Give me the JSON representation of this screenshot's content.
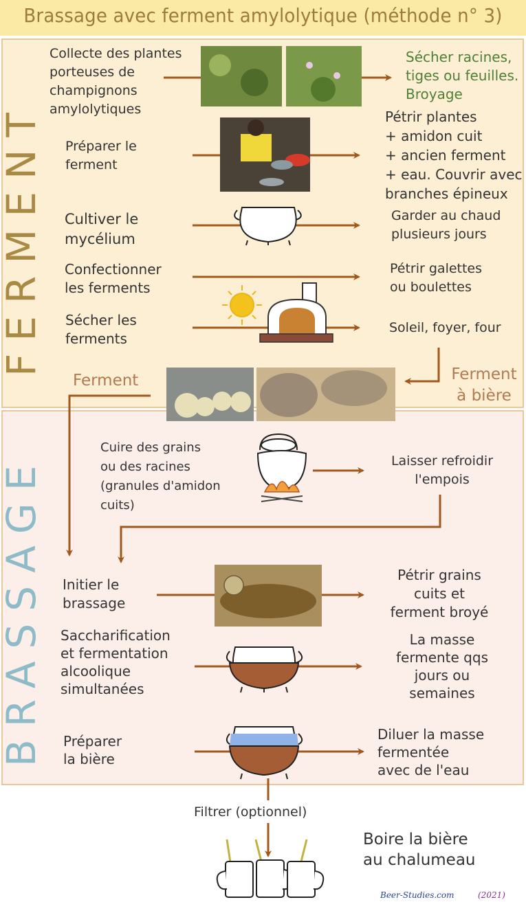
{
  "title": "Brassage avec ferment amylolytique (méthode n° 3)",
  "sections": {
    "ferment_label": "FERMENT",
    "brassage_label": "BRASSAGE"
  },
  "ferment_steps": [
    {
      "action": "Collecte des plantes\nporteuses de\nchampignons\namylolytiques",
      "result": "Sécher racines,\ntiges ou feuilles.\nBroyage"
    },
    {
      "action": "Préparer le\nferment",
      "result": "Pétrir plantes\n+ amidon cuit\n+ ancien ferment\n+ eau. Couvrir avec\nbranches épineux"
    },
    {
      "action": "Cultiver le\nmycélium",
      "result": "Garder au chaud\nplusieurs jours"
    },
    {
      "action": "Confectionner\nles ferments",
      "result": "Pétrir galettes\nou boulettes"
    },
    {
      "action": "Sécher les\nferments",
      "result": "Soleil, foyer, four"
    }
  ],
  "ferment_output": {
    "left_label": "Ferment",
    "right_label": "Ferment\nà bière"
  },
  "brassage_steps": [
    {
      "action": "Cuire des grains\nou  des racines\n(granules d'amidon\ncuits)",
      "result": "Laisser refroidir\nl'empois"
    },
    {
      "action": "Initier le\nbrassage",
      "result": "Pétrir grains\ncuits et\nferment broyé"
    },
    {
      "action": "Saccharification\net fermentation\nalcoolique\nsimultanées",
      "result": "La masse\nfermente qqs\njours ou\nsemaines"
    },
    {
      "action": "Préparer\nla bière",
      "result": "Diluer la masse\nfermentée\navec de l'eau"
    }
  ],
  "final": {
    "filter": "Filtrer (optionnel)",
    "drink": "Boire la bière\nau chalumeau"
  },
  "footer": {
    "site": "Beer-Studies.com",
    "year": "(2021)"
  },
  "colors": {
    "arrow": "#a0581c",
    "title_band": "#fbeaa6",
    "ferment_bg": "#fcefd3",
    "brassage_bg": "#fceee9",
    "ferment_label": "#a88a44",
    "brassage_label": "#8dbbc8"
  }
}
